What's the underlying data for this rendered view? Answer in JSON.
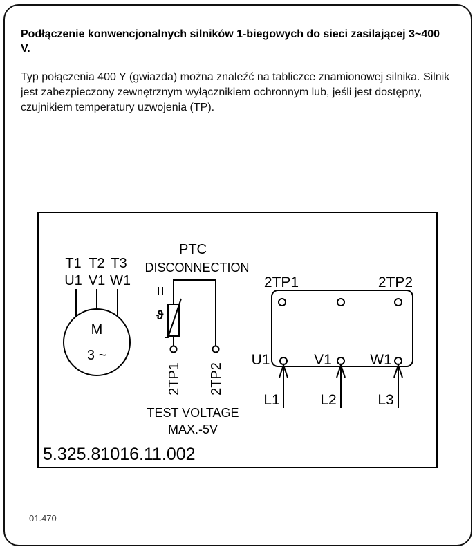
{
  "title": "Podłączenie konwencjonalnych silników 1-biegowych do sieci zasilającej 3~400 V.",
  "description": "Typ połączenia 400 Y (gwiazda) można znaleźć na tabliczce znamionowej silnika. Silnik jest zabezpieczony zewnętrznym wyłącznikiem ochronnym lub, jeśli jest dostępny, czujnikiem temperatury uzwojenia (TP).",
  "diagram": {
    "motor": {
      "top_labels": [
        "T1",
        "T2",
        "T3"
      ],
      "bottom_labels": [
        "U1",
        "V1",
        "W1"
      ],
      "symbol": "M",
      "phase": "3 ~"
    },
    "ptc": {
      "title_line1": "PTC",
      "title_line2": "DISCONNECTION",
      "terminal_left": "2TP1",
      "terminal_right": "2TP2",
      "test_line1": "TEST VOLTAGE",
      "test_line2": "MAX.-5V"
    },
    "terminal_box": {
      "top_left": "2TP1",
      "top_right": "2TP2",
      "terminals": [
        "U1",
        "V1",
        "W1"
      ],
      "lines": [
        "L1",
        "L2",
        "L3"
      ]
    },
    "code": "5.325.81016.11.002"
  },
  "footer": "01.470"
}
